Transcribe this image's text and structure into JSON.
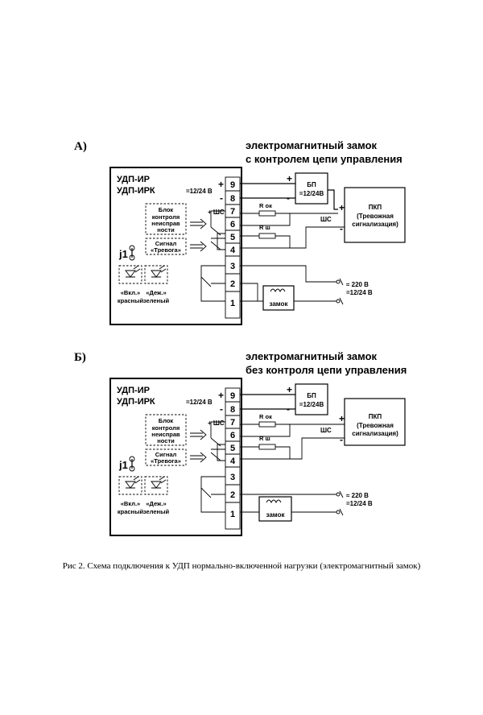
{
  "caption": "Рис 2. Схема подключения к УДП нормально-включенной нагрузки (электромагнитный замок)",
  "common": {
    "device_line1": "УДП-ИР",
    "device_line2": "УДП-ИРК",
    "supply_label": "=12/24 В",
    "shs_plus": "+ ШС",
    "block_line1": "Блок",
    "block_line2": "контроля",
    "block_line3": "неисправ",
    "block_line4": "ности",
    "signal_line1": "Сигнал",
    "signal_line2": "«Тревога»",
    "jumper": "j1",
    "led_on_line1": "«Вкл.»",
    "led_on_line2": "красный",
    "led_duty_line1": "«Деж.»",
    "led_duty_line2": "зеленый",
    "terminals": [
      "9",
      "8",
      "7",
      "6",
      "5",
      "4",
      "3",
      "2",
      "1"
    ],
    "plus": "+",
    "minus": "-",
    "bp_line1": "БП",
    "bp_line2": "=12/24В",
    "r_ok": "R ок",
    "r_sh": "R ш",
    "ppk_line1": "ПКП",
    "ppk_line2": "(Тревожная",
    "ppk_line3": "сигнализация)",
    "shs": "ШС",
    "ac_label": "≈ 220 В",
    "dc_label": "=12/24 В",
    "lock": "замок"
  },
  "panel_a": {
    "letter": "А)",
    "title_line1": "электромагнитный замок",
    "title_line2": "с контролем цепи управления"
  },
  "panel_b": {
    "letter": "Б)",
    "title_line1": "электромагнитный замок",
    "title_line2": "без контроля цепи управления"
  }
}
